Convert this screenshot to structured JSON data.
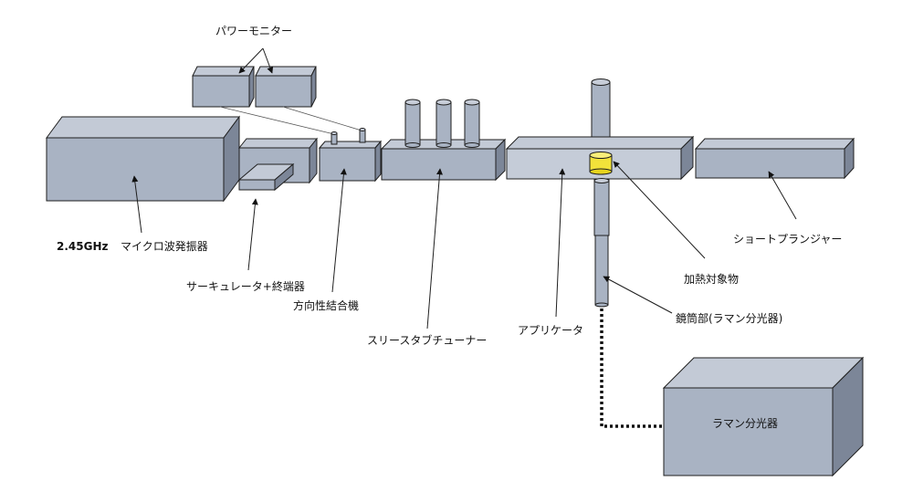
{
  "labels": {
    "power_monitor": "パワーモニター",
    "frequency": "2.45GHz",
    "oscillator": "マイクロ波発振器",
    "circulator": "サーキュレータ+終端器",
    "coupler": "方向性結合機",
    "tuner": "スリースタブチューナー",
    "applicator": "アプリケータ",
    "short_plunger": "ショートプランジャー",
    "heated_object": "加熱対象物",
    "lens_tube": "鏡筒部(ラマン分光器)",
    "raman": "ラマン分光器"
  },
  "colors": {
    "box_front": "#a9b3c3",
    "box_top": "#c3cad6",
    "box_side": "#7c8698",
    "sample": "#f2e23a",
    "outline": "#1f1f1f"
  }
}
